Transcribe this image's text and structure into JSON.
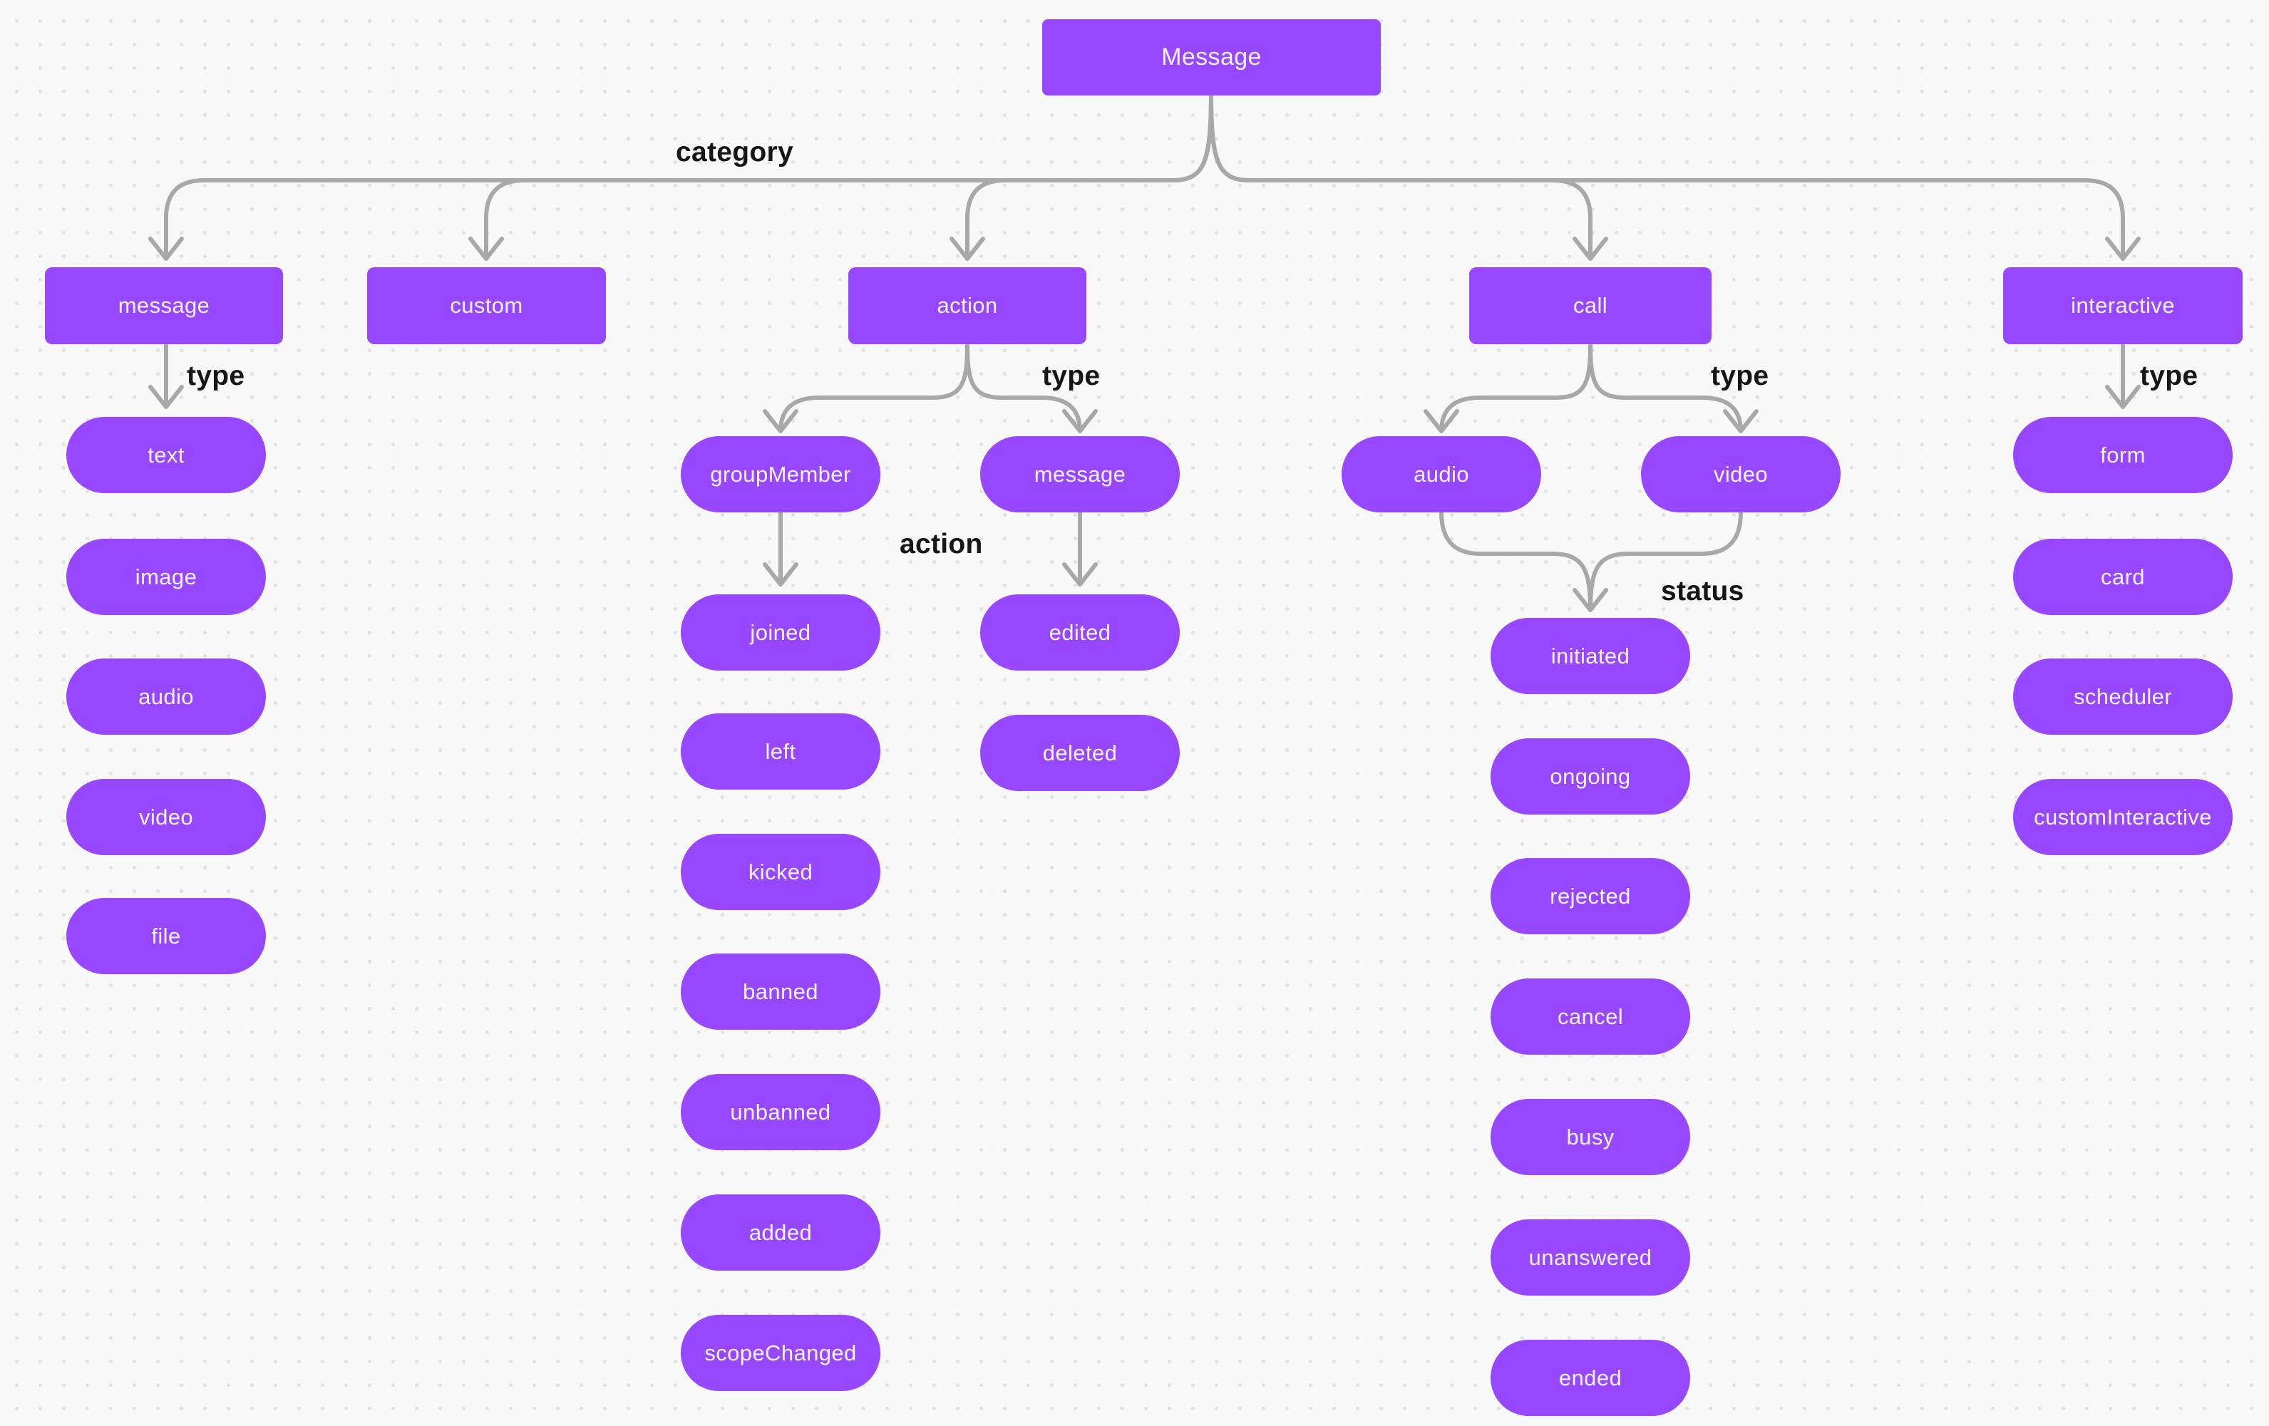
{
  "colors": {
    "node_fill": "#9747FF",
    "node_text": "#F7F3FF",
    "edge_stroke": "#A8A8A8",
    "label_text": "#161616",
    "canvas_bg": "#F8F8F9",
    "dot_grid": "#E3E3E6"
  },
  "nodes": {
    "root": "Message",
    "message": "message",
    "custom": "custom",
    "action": "action",
    "call": "call",
    "interactive": "interactive",
    "text": "text",
    "image": "image",
    "audio": "audio",
    "video": "video",
    "file": "file",
    "groupMember": "groupMember",
    "actionMessage": "message",
    "joined": "joined",
    "left": "left",
    "kicked": "kicked",
    "banned": "banned",
    "unbanned": "unbanned",
    "added": "added",
    "scopeChanged": "scopeChanged",
    "edited": "edited",
    "deleted": "deleted",
    "callAudio": "audio",
    "callVideo": "video",
    "initiated": "initiated",
    "ongoing": "ongoing",
    "rejected": "rejected",
    "cancel": "cancel",
    "busy": "busy",
    "unanswered": "unanswered",
    "ended": "ended",
    "form": "form",
    "card": "card",
    "scheduler": "scheduler",
    "customInteractive": "customInteractive"
  },
  "edge_labels": {
    "category": "category",
    "type_message": "type",
    "type_action": "type",
    "type_call": "type",
    "type_interactive": "type",
    "group_member_action": "action",
    "call_status": "status"
  },
  "structure": {
    "root": "Message",
    "category_children": [
      "message",
      "custom",
      "action",
      "call",
      "interactive"
    ],
    "message_types": [
      "text",
      "image",
      "audio",
      "video",
      "file"
    ],
    "action_types": [
      "groupMember",
      "message"
    ],
    "groupMember_actions": [
      "joined",
      "left",
      "kicked",
      "banned",
      "unbanned",
      "added",
      "scopeChanged"
    ],
    "action_message_states": [
      "edited",
      "deleted"
    ],
    "call_types": [
      "audio",
      "video"
    ],
    "call_statuses": [
      "initiated",
      "ongoing",
      "rejected",
      "cancel",
      "busy",
      "unanswered",
      "ended"
    ],
    "interactive_types": [
      "form",
      "card",
      "scheduler",
      "customInteractive"
    ]
  }
}
